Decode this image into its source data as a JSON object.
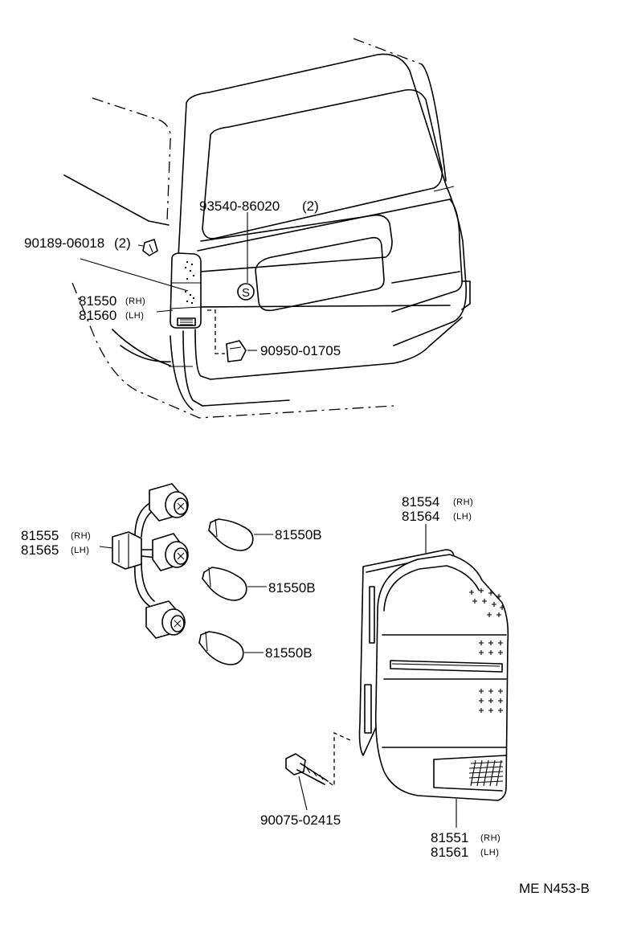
{
  "diagram": {
    "part_labels": {
      "clip_screw": "90189-06018",
      "clip_screw_qty": "(2)",
      "nut": "93540-86020",
      "nut_qty": "(2)",
      "lamp_rh": "81550",
      "lamp_rh_side": "(RH)",
      "lamp_lh": "81560",
      "lamp_lh_side": "(LH)",
      "clip": "90950-01705",
      "socket_rh": "81555",
      "socket_rh_side": "(RH)",
      "socket_lh": "81565",
      "socket_lh_side": "(LH)",
      "bulb_1": "81550B",
      "bulb_2": "81550B",
      "bulb_3": "81550B",
      "gasket_rh": "81554",
      "gasket_rh_side": "(RH)",
      "gasket_lh": "81564",
      "gasket_lh_side": "(LH)",
      "screw": "90075-02415",
      "lens_rh": "81551",
      "lens_rh_side": "(RH)",
      "lens_lh": "81561",
      "lens_lh_side": "(LH)",
      "nut_symbol": "S"
    },
    "figure_code": "ME N453-B"
  }
}
